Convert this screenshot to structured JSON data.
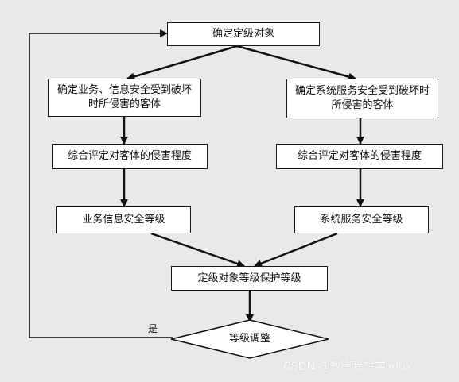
{
  "nodes": {
    "determine_object": "确定定级对象",
    "business_victim": "确定业务、信息安全受到破坏时所侵害的客体",
    "service_victim": "确定系统服务安全受到破坏时所侵害的客体",
    "assess_left": "综合评定对客体的侵害程度",
    "assess_right": "综合评定对客体的侵害程度",
    "business_level": "业务信息安全等级",
    "service_level": "系统服务安全等级",
    "object_level": "定级对象等级保护等级",
    "level_adjust": "等级调整"
  },
  "edge_labels": {
    "yes": "是"
  },
  "watermark": "CSDN @教练我想学linux"
}
